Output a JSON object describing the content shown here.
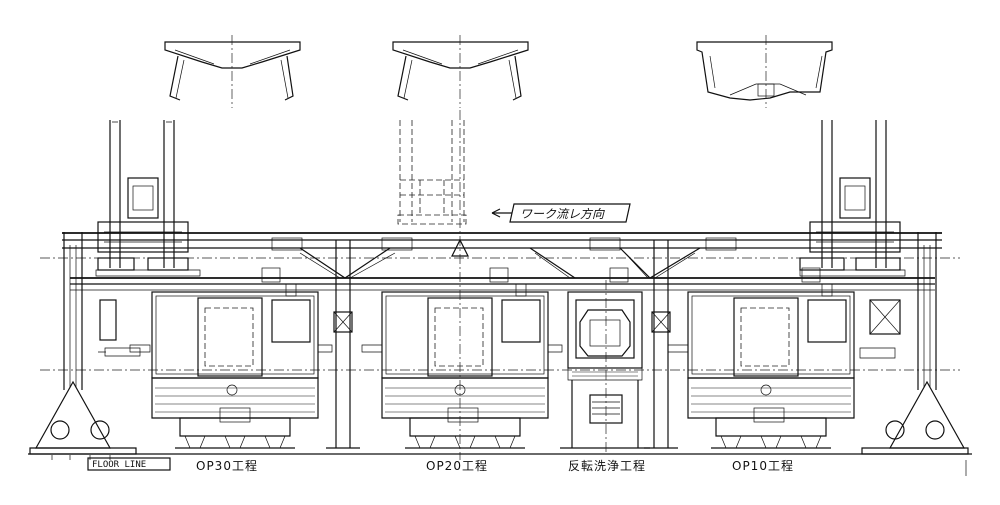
{
  "labels": {
    "floor_line": "FLOOR LINE",
    "op30": "OP30工程",
    "op20": "OP20工程",
    "wash": "反転洗浄工程",
    "op10": "OP10工程",
    "work_flow": "ワーク流レ方向"
  },
  "icons": {
    "flow_arrow": "left-arrow-icon"
  }
}
